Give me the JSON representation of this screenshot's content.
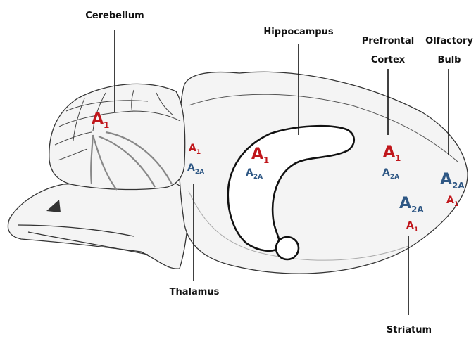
{
  "regions": {
    "cerebellum": {
      "label": "Cerebellum",
      "markers": [
        {
          "base": "A",
          "sub": "1"
        }
      ]
    },
    "thalamus": {
      "label": "Thalamus",
      "markers": [
        {
          "base": "A",
          "sub": "1"
        },
        {
          "base": "A",
          "sub": "2A"
        }
      ]
    },
    "hippocampus": {
      "label": "Hippocampus",
      "markers": [
        {
          "base": "A",
          "sub": "1"
        },
        {
          "base": "A",
          "sub": "2A"
        }
      ]
    },
    "prefrontal_cortex": {
      "label_line1": "Prefrontal",
      "label_line2": "Cortex",
      "markers": [
        {
          "base": "A",
          "sub": "1"
        },
        {
          "base": "A",
          "sub": "2A"
        }
      ]
    },
    "olfactory_bulb": {
      "label_line1": "Olfactory",
      "label_line2": "Bulb",
      "markers": [
        {
          "base": "A",
          "sub": "2A"
        },
        {
          "base": "A",
          "sub": "1"
        }
      ]
    },
    "striatum": {
      "label": "Striatum",
      "markers": [
        {
          "base": "A",
          "sub": "2A"
        },
        {
          "base": "A",
          "sub": "1"
        }
      ]
    }
  },
  "colors": {
    "A1": "#c0161b",
    "A2A": "#2e5784",
    "outline": "#111111"
  }
}
